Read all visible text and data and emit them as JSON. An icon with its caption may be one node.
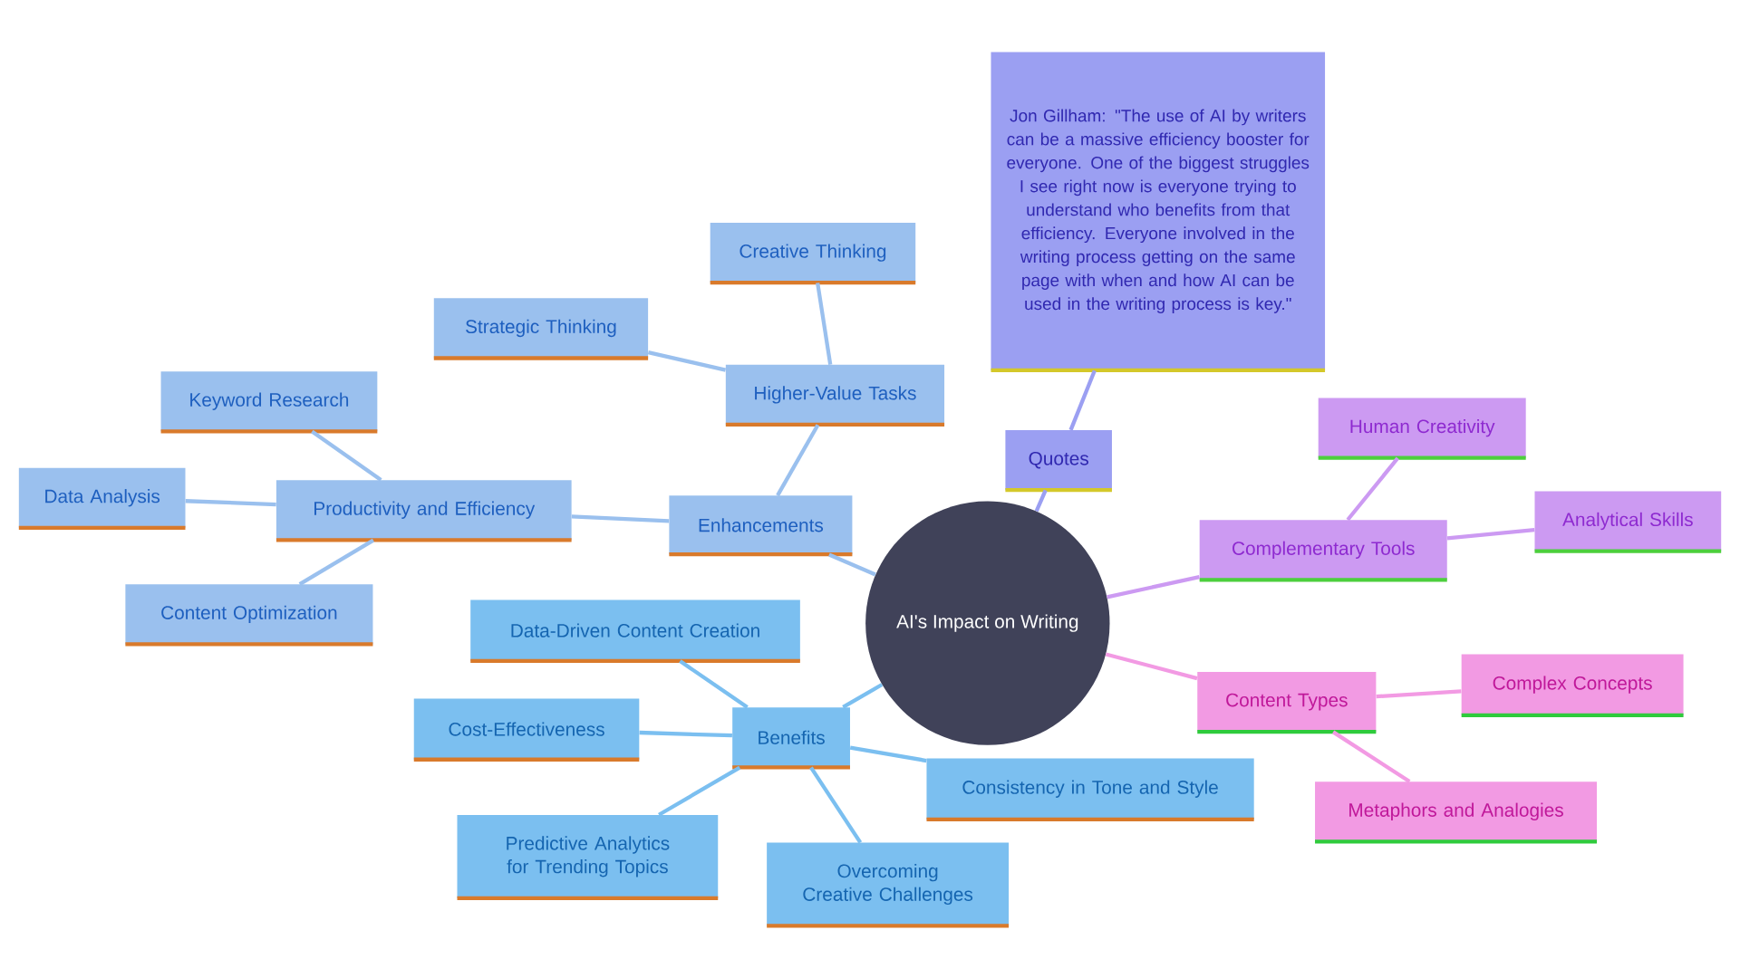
{
  "diagram": {
    "nodes": [
      {
        "text": [
          "AI's Impact on Writing"
        ]
      },
      {
        "text": [
          "Enhancements"
        ]
      },
      {
        "text": [
          "Productivity and Efficiency"
        ]
      },
      {
        "text": [
          "Keyword Research"
        ]
      },
      {
        "text": [
          "Data Analysis"
        ]
      },
      {
        "text": [
          "Content Optimization"
        ]
      },
      {
        "text": [
          "Higher-Value Tasks"
        ]
      },
      {
        "text": [
          "Strategic Thinking"
        ]
      },
      {
        "text": [
          "Creative Thinking"
        ]
      },
      {
        "text": [
          "Benefits"
        ]
      },
      {
        "text": [
          "Data-Driven Content Creation"
        ]
      },
      {
        "text": [
          "Cost-Effectiveness"
        ]
      },
      {
        "text": [
          "Predictive Analytics for Trending Topics"
        ]
      },
      {
        "text": [
          "Overcoming Creative Challenges"
        ]
      },
      {
        "text": [
          "Consistency in Tone and Style"
        ]
      },
      {
        "text": [
          "Quotes"
        ]
      },
      {
        "text": [
          "Jon Gillham: \"The use of AI by writers can be a massive efficiency booster for everyone. One of the biggest struggles I see right now is everyone trying to understand who benefits from that efficiency. Everyone involved in the writing process getting on the same page with when and how AI can be used in the writing process is key.\""
        ]
      },
      {
        "text": [
          "Complementary Tools"
        ]
      },
      {
        "text": [
          "Human Creativity"
        ]
      },
      {
        "text": [
          "Analytical Skills"
        ]
      },
      {
        "text": [
          "Content Types"
        ]
      },
      {
        "text": [
          "Complex Concepts"
        ]
      },
      {
        "text": [
          "Metaphors and Analogies"
        ]
      }
    ],
    "edges": [
      {
        "from": 0,
        "to": 1,
        "arrow": "none",
        "color": "#9ac0ee"
      },
      {
        "from": 1,
        "to": 2,
        "arrow": "none",
        "color": "#9ac0ee"
      },
      {
        "from": 2,
        "to": 3,
        "arrow": "none",
        "color": "#9ac0ee"
      },
      {
        "from": 2,
        "to": 4,
        "arrow": "none",
        "color": "#9ac0ee"
      },
      {
        "from": 2,
        "to": 5,
        "arrow": "none",
        "color": "#9ac0ee"
      },
      {
        "from": 1,
        "to": 6,
        "arrow": "none",
        "color": "#9ac0ee"
      },
      {
        "from": 6,
        "to": 7,
        "arrow": "none",
        "color": "#9ac0ee"
      },
      {
        "from": 6,
        "to": 8,
        "arrow": "none",
        "color": "#9ac0ee"
      },
      {
        "from": 0,
        "to": 9,
        "arrow": "none",
        "color": "#7bbff0"
      },
      {
        "from": 9,
        "to": 10,
        "arrow": "none",
        "color": "#7bbff0"
      },
      {
        "from": 9,
        "to": 11,
        "arrow": "none",
        "color": "#7bbff0"
      },
      {
        "from": 9,
        "to": 12,
        "arrow": "none",
        "color": "#7bbff0"
      },
      {
        "from": 9,
        "to": 13,
        "arrow": "none",
        "color": "#7bbff0"
      },
      {
        "from": 9,
        "to": 14,
        "arrow": "none",
        "color": "#7bbff0"
      },
      {
        "from": 0,
        "to": 15,
        "arrow": "none",
        "color": "#9b9ff2"
      },
      {
        "from": 15,
        "to": 16,
        "arrow": "none",
        "color": "#9b9ff2"
      },
      {
        "from": 0,
        "to": 17,
        "arrow": "none",
        "color": "#cc9af2"
      },
      {
        "from": 17,
        "to": 18,
        "arrow": "none",
        "color": "#cc9af2"
      },
      {
        "from": 17,
        "to": 19,
        "arrow": "none",
        "color": "#cc9af2"
      },
      {
        "from": 0,
        "to": 20,
        "arrow": "none",
        "color": "#f29ae3"
      },
      {
        "from": 20,
        "to": 21,
        "arrow": "none",
        "color": "#f29ae3"
      },
      {
        "from": 20,
        "to": 22,
        "arrow": "none",
        "color": "#f29ae3"
      }
    ]
  }
}
